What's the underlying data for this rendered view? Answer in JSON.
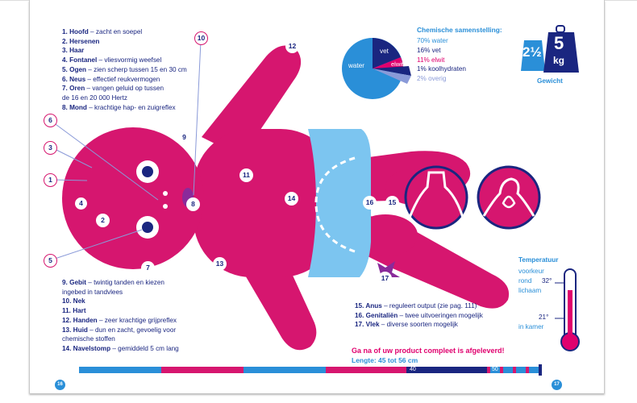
{
  "left_list_top": [
    {
      "num": "1.",
      "term": "Hoofd",
      "desc": " – zacht en soepel"
    },
    {
      "num": "2.",
      "term": "Hersenen",
      "desc": ""
    },
    {
      "num": "3.",
      "term": "Haar",
      "desc": ""
    },
    {
      "num": "4.",
      "term": "Fontanel",
      "desc": " – vliesvormig weefsel"
    },
    {
      "num": "5.",
      "term": "Ogen",
      "desc": " – zien scherp tussen 15 en 30 cm"
    },
    {
      "num": "6.",
      "term": "Neus",
      "desc": " – effectief reukvermogen"
    },
    {
      "num": "7.",
      "term": "Oren",
      "desc": " – vangen geluid op tussen",
      "desc2": "de 16 en 20 000 Hertz"
    },
    {
      "num": "8.",
      "term": "Mond",
      "desc": " – krachtige hap- en zuigreflex"
    }
  ],
  "left_list_bottom": [
    {
      "num": "9.",
      "term": "Gebit",
      "desc": " – twintig tanden en kiezen",
      "desc2": "ingebed in tandvlees"
    },
    {
      "num": "10.",
      "term": "Nek",
      "desc": ""
    },
    {
      "num": "11.",
      "term": "Hart",
      "desc": ""
    },
    {
      "num": "12.",
      "term": "Handen",
      "desc": " – zeer krachtige grijpreflex"
    },
    {
      "num": "13.",
      "term": "Huid",
      "desc": " – dun en zacht, gevoelig voor",
      "desc2": "chemische stoffen"
    },
    {
      "num": "14.",
      "term": "Navelstomp",
      "desc": " – gemiddeld 5 cm lang"
    }
  ],
  "right_list": [
    {
      "num": "15.",
      "term": "Anus",
      "desc": " – reguleert output (zie pag. 111)"
    },
    {
      "num": "16.",
      "term": "Genitaliën",
      "desc": " – twee uitvoeringen mogelijk"
    },
    {
      "num": "17.",
      "term": "Vlek",
      "desc": " – diverse soorten mogelijk"
    }
  ],
  "chemical": {
    "title": "Chemische samenstelling:",
    "rows": [
      {
        "value": "70% water",
        "color": "#2a8fd8"
      },
      {
        "value": "16% vet",
        "color": "#1a2680"
      },
      {
        "value": "11% elwit",
        "color": "#e0006e"
      },
      {
        "value": "1%   koolhydraten",
        "color": "#1a2680"
      },
      {
        "value": "2%   overig",
        "color": "#8a9ad8"
      }
    ],
    "pie_labels": {
      "water": "water",
      "vet": "vet",
      "elwit": "elwit"
    }
  },
  "weight": {
    "half": "2½",
    "big": "5",
    "unit": "kg",
    "label": "Gewicht"
  },
  "temperature": {
    "title": "Temperatuur",
    "lines": [
      "voorkeur",
      "rond",
      "lichaam"
    ],
    "body_temp": "32°",
    "room_temp": "21°",
    "room_label": "in kamer"
  },
  "footer": {
    "warning": "Ga na of uw product compleet is afgeleverd!",
    "length": "Lengte: 45 tot 56 cm",
    "ruler_40": "40",
    "ruler_50": "50",
    "page_left": "16",
    "page_right": "17"
  },
  "callouts": [
    "1",
    "2",
    "3",
    "4",
    "5",
    "6",
    "7",
    "8",
    "9",
    "10",
    "11",
    "12",
    "13",
    "14",
    "15",
    "16",
    "17"
  ],
  "colors": {
    "magenta": "#d6166f",
    "blue": "#7cc5f0",
    "navy": "#1a2680",
    "pink": "#e0006e",
    "cyan": "#2a8fd8"
  }
}
